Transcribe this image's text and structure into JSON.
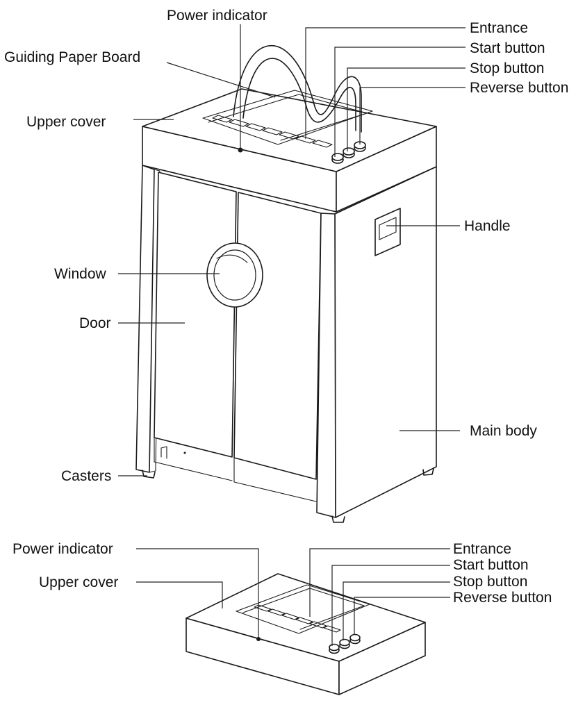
{
  "labels": {
    "power_indicator": "Power indicator",
    "guiding_paper_board": "Guiding Paper Board",
    "upper_cover": "Upper cover",
    "entrance": "Entrance",
    "start_button": "Start button",
    "stop_button": "Stop button",
    "reverse_button": "Reverse button",
    "handle": "Handle",
    "window": "Window",
    "door": "Door",
    "main_body": "Main body",
    "casters": "Casters"
  },
  "detail_labels": {
    "power_indicator": "Power indicator",
    "upper_cover": "Upper cover",
    "entrance": "Entrance",
    "start_button": "Start button",
    "stop_button": "Stop button",
    "reverse_button": "Reverse button"
  }
}
